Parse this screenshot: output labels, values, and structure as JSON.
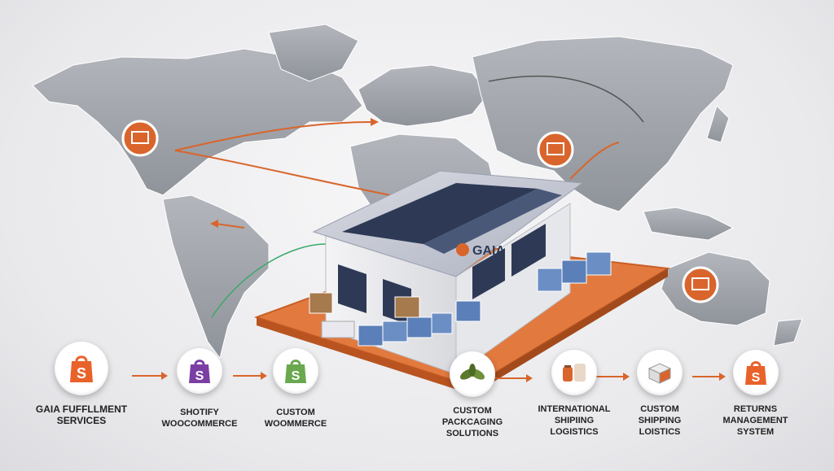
{
  "warehouse": {
    "brand": "GAIA"
  },
  "steps": [
    {
      "label": "GAIA FUFFLLMENT\nSERVICES",
      "icon": "shopify-bag-icon"
    },
    {
      "label": "SHOTIFY\nWOOCOMMERCE",
      "icon": "woocommerce-bag-icon"
    },
    {
      "label": "CUSTOM\nWOOMMERCE",
      "icon": "shopify-green-bag-icon"
    },
    {
      "label": "CUSTOM\nPACKCAGING\nSOLUTIONS",
      "icon": "leaf-icon"
    },
    {
      "label": "INTERNATIONAL\nSHIPIING\nLOGISTICS",
      "icon": "jars-icon"
    },
    {
      "label": "CUSTOM\nSHIPPING\nLOISTICS",
      "icon": "box-icon"
    },
    {
      "label": "RETURNS\nMANAGEMENT\nSYSTEM",
      "icon": "shopify-bag-icon"
    }
  ],
  "colors": {
    "accent": "#d9652c",
    "map_land": "#9fa2a8",
    "warehouse_roof": "#2e3a55",
    "platform": "#e27a3f",
    "shopify_orange": "#e8622a",
    "woo_purple": "#7b3fa3",
    "shopify_green": "#6aa84f"
  }
}
